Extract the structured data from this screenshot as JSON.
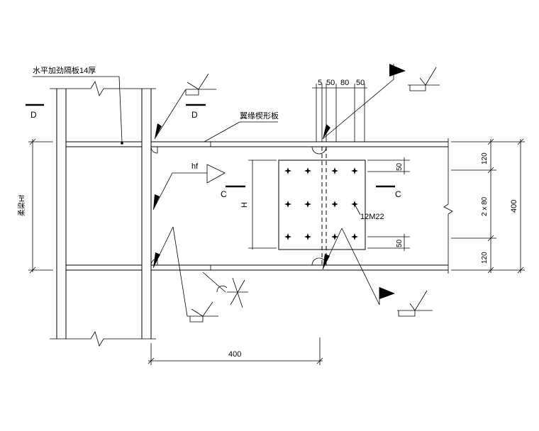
{
  "labels": {
    "stiffener_note": "水平加劲隔板14厚",
    "flange_plate_note": "翼缘楔形板",
    "section_left": "D",
    "section_right": "D",
    "section_c_left": "C",
    "section_c_right": "C",
    "beam_height": "H",
    "column_height": "柔梁Hf",
    "weld_size": "hf",
    "bolt_spec": "12M22"
  },
  "dimensions": {
    "top_5": "5",
    "top_50a": "50",
    "top_80": "80",
    "top_50b": "50",
    "right_50a": "50",
    "right_50b": "50",
    "right_120a": "120",
    "right_2x80": "2 x 80",
    "right_120b": "120",
    "right_400": "400",
    "bottom_400": "400"
  },
  "colors": {
    "line": "#000000",
    "background": "#ffffff"
  }
}
